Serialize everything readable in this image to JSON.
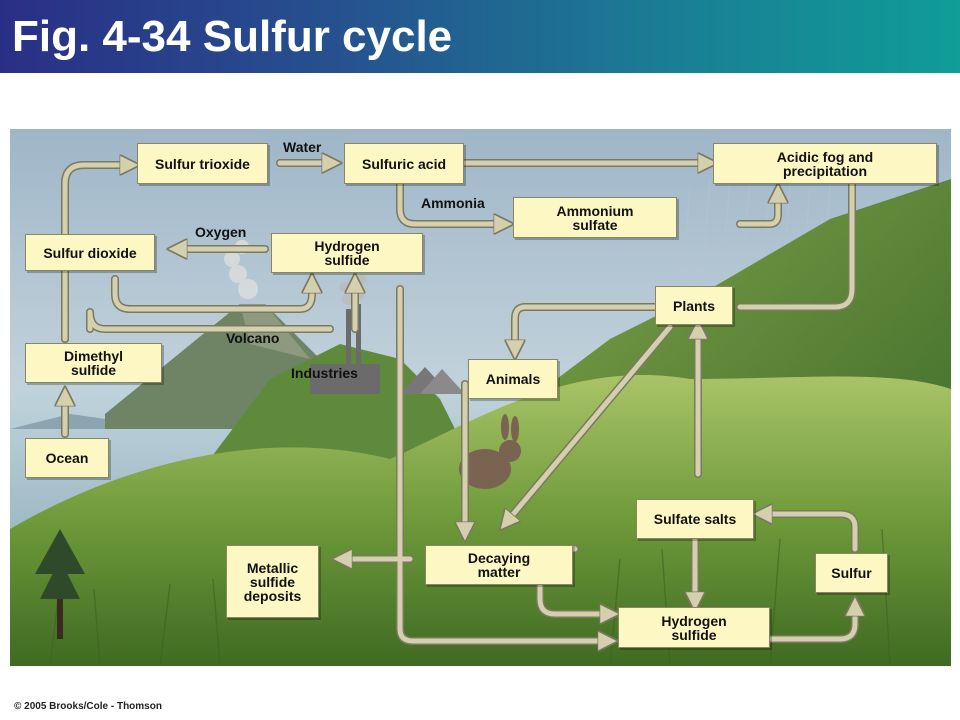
{
  "title": "Fig. 4-34 Sulfur cycle",
  "copyright": "© 2005 Brooks/Cole - Thomson",
  "boxes": {
    "sulfur_trioxide": "Sulfur trioxide",
    "sulfuric_acid": "Sulfuric acid",
    "acidic_fog": "Acidic fog and\nprecipitation",
    "ammonium_sulfate": "Ammonium\nsulfate",
    "sulfur_dioxide": "Sulfur dioxide",
    "hydrogen_sulfide_top": "Hydrogen\nsulfide",
    "plants": "Plants",
    "dimethyl_sulfide": "Dimethyl\nsulfide",
    "animals": "Animals",
    "ocean": "Ocean",
    "sulfate_salts": "Sulfate salts",
    "metallic_sulfide": "Metallic\nsulfide\ndeposits",
    "decaying_matter": "Decaying\nmatter",
    "sulfur": "Sulfur",
    "hydrogen_sulfide_bottom": "Hydrogen\nsulfide"
  },
  "labels": {
    "water": "Water",
    "ammonia": "Ammonia",
    "oxygen": "Oxygen",
    "volcano": "Volcano",
    "industries": "Industries"
  }
}
